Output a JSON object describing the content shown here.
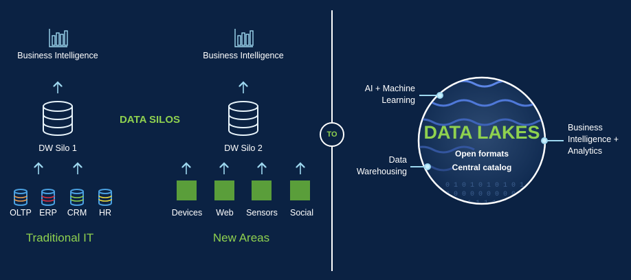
{
  "left": {
    "title": "DATA SILOS",
    "silo1": {
      "bi_label": "Business Intelligence",
      "dw_label": "DW Silo 1",
      "sources": [
        "OLTP",
        "ERP",
        "CRM",
        "HR"
      ],
      "source_colors": [
        "#f0a050",
        "#e03040",
        "#8fd14f",
        "#f0e040"
      ],
      "group_label": "Traditional IT"
    },
    "silo2": {
      "bi_label": "Business Intelligence",
      "dw_label": "DW Silo 2",
      "sources": [
        "Devices",
        "Web",
        "Sensors",
        "Social"
      ],
      "group_label": "New Areas"
    }
  },
  "divider": {
    "label": "TO"
  },
  "right": {
    "title": "DATA LAKES",
    "features": [
      "Open formats",
      "Central catalog"
    ],
    "connections": [
      "AI + Machine Learning",
      "Data Warehousing",
      "Business Intelligence + Analytics"
    ]
  },
  "colors": {
    "background": "#0b2243",
    "accent_green": "#8fd14f",
    "line": "#9ed8f0"
  }
}
